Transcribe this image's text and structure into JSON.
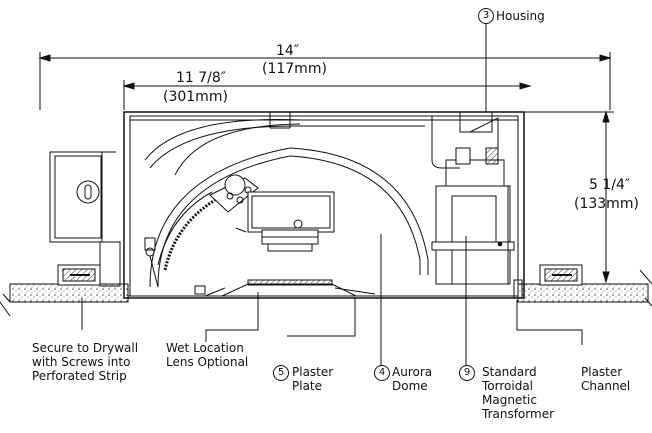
{
  "dimensions": {
    "width_overall": "14″",
    "width_overall_mm": "(117mm)",
    "width_inner": "11 7/8″",
    "width_inner_mm": "(301mm)",
    "height": "5 1/4″",
    "height_mm": "(133mm)"
  },
  "callouts": {
    "housing": {
      "number": "3",
      "label": "Housing"
    },
    "plaster_plate": {
      "number": "5",
      "line1": "Plaster",
      "line2": "Plate"
    },
    "aurora_dome": {
      "number": "4",
      "line1": "Aurora",
      "line2": "Dome"
    },
    "transformer": {
      "number": "9",
      "line1": "Standard",
      "line2": "Torroidal",
      "line3": "Magnetic",
      "line4": "Transformer"
    }
  },
  "labels": {
    "drywall_line1": "Secure to Drywall",
    "drywall_line2": "with Screws into",
    "drywall_line3": "Perforated Strip",
    "wet_line1": "Wet Location",
    "wet_line2": "Lens Optional",
    "plaster_channel_line1": "Plaster",
    "plaster_channel_line2": "Channel"
  },
  "colors": {
    "line": "#111111",
    "fill_light": "#ffffff",
    "hatch": "#9a9a9a"
  }
}
